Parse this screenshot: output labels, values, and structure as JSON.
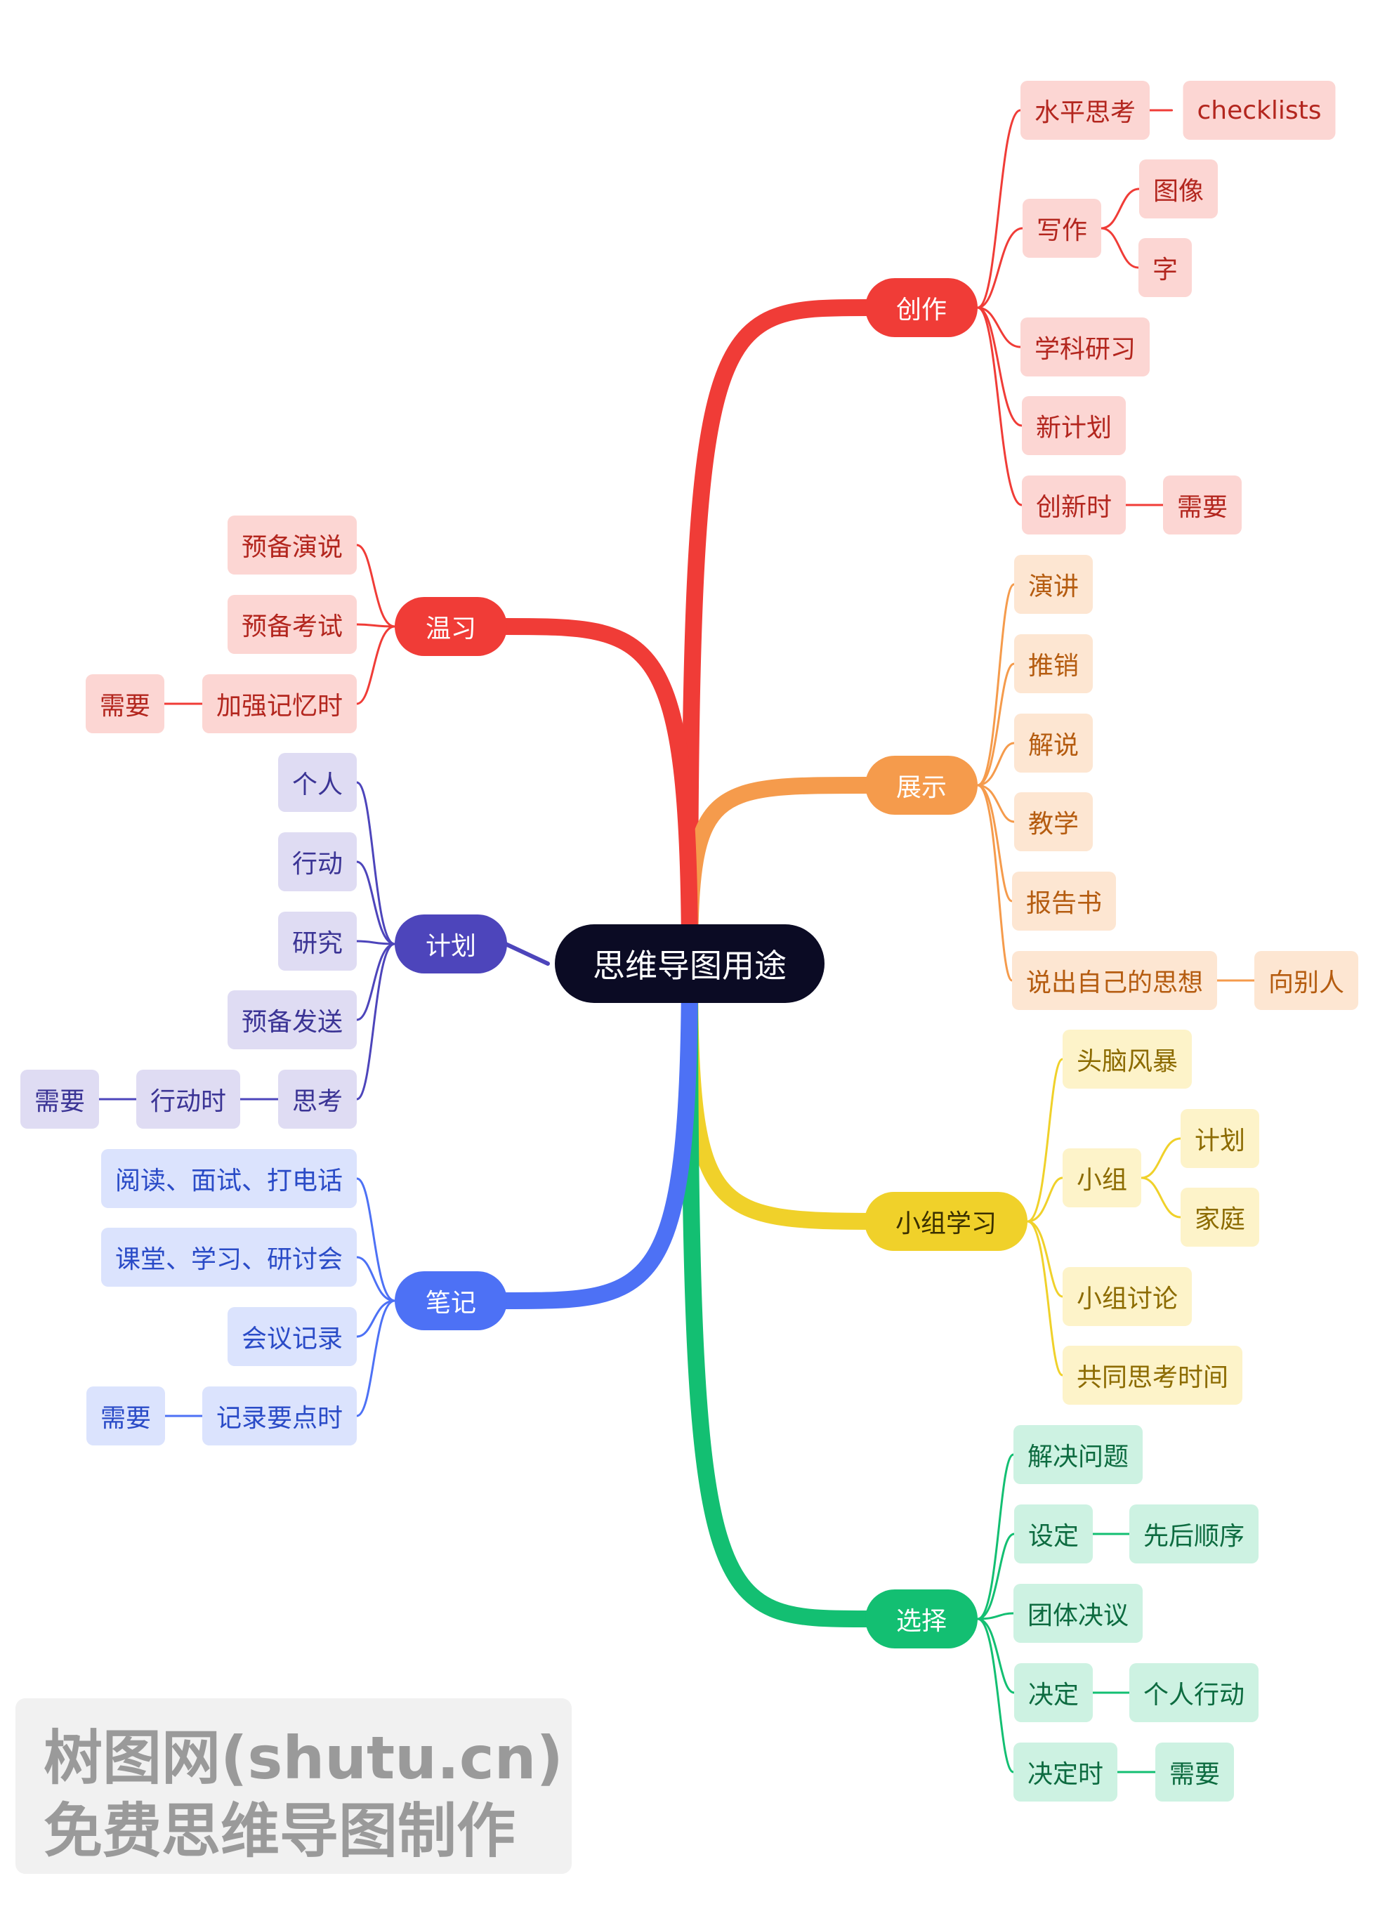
{
  "title": "思维导图用途",
  "branches": [
    {
      "label": "创作",
      "color": "#f03c37",
      "children": [
        {
          "label": "水平思考",
          "children": [
            {
              "label": "checklists"
            }
          ]
        },
        {
          "label": "写作",
          "children": [
            {
              "label": "图像"
            },
            {
              "label": "字"
            }
          ]
        },
        {
          "label": "学科研习"
        },
        {
          "label": "新计划"
        },
        {
          "label": "创新时",
          "children": [
            {
              "label": "需要"
            }
          ]
        }
      ]
    },
    {
      "label": "展示",
      "color": "#f59b4c",
      "children": [
        {
          "label": "演讲"
        },
        {
          "label": "推销"
        },
        {
          "label": "解说"
        },
        {
          "label": "教学"
        },
        {
          "label": "报告书"
        },
        {
          "label": "说出自己的思想",
          "children": [
            {
              "label": "向别人"
            }
          ]
        }
      ]
    },
    {
      "label": "小组学习",
      "color": "#f0d12a",
      "children": [
        {
          "label": "头脑风暴"
        },
        {
          "label": "小组",
          "children": [
            {
              "label": "计划"
            },
            {
              "label": "家庭"
            }
          ]
        },
        {
          "label": "小组讨论"
        },
        {
          "label": "共同思考时间"
        }
      ]
    },
    {
      "label": "选择",
      "color": "#13bf72",
      "children": [
        {
          "label": "解决问题"
        },
        {
          "label": "设定",
          "children": [
            {
              "label": "先后顺序"
            }
          ]
        },
        {
          "label": "团体决议"
        },
        {
          "label": "决定",
          "children": [
            {
              "label": "个人行动"
            }
          ]
        },
        {
          "label": "决定时",
          "children": [
            {
              "label": "需要"
            }
          ]
        }
      ]
    },
    {
      "label": "温习",
      "color": "#f03c37",
      "children": [
        {
          "label": "预备演说"
        },
        {
          "label": "预备考试"
        },
        {
          "label": "加强记忆时",
          "children": [
            {
              "label": "需要"
            }
          ]
        }
      ]
    },
    {
      "label": "计划",
      "color": "#4d45bb",
      "children": [
        {
          "label": "个人"
        },
        {
          "label": "行动"
        },
        {
          "label": "研究"
        },
        {
          "label": "预备发送"
        },
        {
          "label": "思考",
          "children": [
            {
              "label": "行动时",
              "children": [
                {
                  "label": "需要"
                }
              ]
            }
          ]
        }
      ]
    },
    {
      "label": "笔记",
      "color": "#4d71f5",
      "children": [
        {
          "label": "阅读、面试、打电话"
        },
        {
          "label": "课堂、学习、研讨会"
        },
        {
          "label": "会议记录"
        },
        {
          "label": "记录要点时",
          "children": [
            {
              "label": "需要"
            }
          ]
        }
      ]
    }
  ],
  "watermark": {
    "line1": "树图网(shutu.cn)",
    "line2": "免费思维导图制作"
  }
}
